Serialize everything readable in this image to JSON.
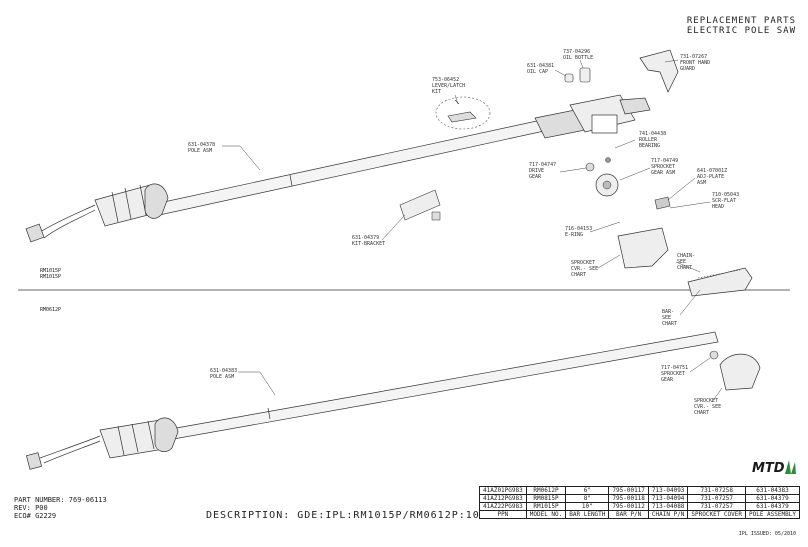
{
  "header": {
    "line1": "REPLACEMENT PARTS",
    "line2": "ELECTRIC POLE SAW"
  },
  "part_labels": {
    "oil_bottle": [
      "737-04296",
      "OIL BOTTLE"
    ],
    "oil_cap": [
      "631-04381",
      "OIL CAP"
    ],
    "front_hand_guard": [
      "731-07267",
      "FRONT HAND",
      "GUARD"
    ],
    "lever_latch_kit": [
      "753-06452",
      "LEVER/LATCH",
      "KIT"
    ],
    "pole_asm_upper": [
      "631-04378",
      "POLE ASM"
    ],
    "roller_bearing": [
      "741-04438",
      "ROLLER",
      "BEARING"
    ],
    "drive_gear": [
      "717-04747",
      "DRIVE",
      "GEAR"
    ],
    "sprocket_gear_asm": [
      "717-04749",
      "SPROCKET",
      "GEAR ASM"
    ],
    "adj_plate_asm": [
      "641-07001Z",
      "ADJ-PLATE",
      "ASM"
    ],
    "scr_flat_head": [
      "710-05043",
      "SCR-FLAT",
      "HEAD"
    ],
    "kit_bracket": [
      "631-04379",
      "KIT-BRACKET"
    ],
    "e_ring": [
      "716-04153",
      "E-RING"
    ],
    "sprocket_cvr_upper": [
      "SPROCKET",
      "CVR.- SEE",
      "CHART"
    ],
    "chain": [
      "CHAIN-",
      "SEE",
      "CHART"
    ],
    "bar": [
      "BAR-",
      "SEE",
      "CHART"
    ],
    "pole_asm_lower": [
      "631-04383",
      "POLE ASM"
    ],
    "sprocket_gear_lower": [
      "717-04751",
      "SPROCKET",
      "GEAR"
    ],
    "sprocket_cvr_lower": [
      "SPROCKET",
      "CVR.- SEE",
      "CHART"
    ]
  },
  "model_notes": {
    "upper": [
      "RM1015P",
      "RM1015P"
    ],
    "lower": "RM0612P"
  },
  "part_number_block": {
    "part_number": "PART NUMBER: 769-06113",
    "rev": "REV: P00",
    "eco": "ECO# G2229"
  },
  "description": "DESCRIPTION: GDE:IPL:RM1015P/RM0612P:10",
  "issued": "IPL ISSUED: 05/2010",
  "logo_text": "MTD",
  "parts_table": {
    "rows": [
      [
        "41AZ01PG983",
        "RM0612P",
        "6\"",
        "795-00117",
        "713-04093",
        "731-07258",
        "631-04383"
      ],
      [
        "41AZ12PG983",
        "RM0815P",
        "8\"",
        "795-00118",
        "713-04094",
        "731-07257",
        "631-04379"
      ],
      [
        "41AZ22PG983",
        "RM1015P",
        "10\"",
        "795-00112",
        "713-04088",
        "731-07257",
        "631-04379"
      ]
    ],
    "headers": [
      "PPN",
      "MODEL NO.",
      "BAR LENGTH",
      "BAR P/N",
      "CHAIN P/N",
      "SPROCKET COVER",
      "POLE ASSEMBLY"
    ]
  }
}
